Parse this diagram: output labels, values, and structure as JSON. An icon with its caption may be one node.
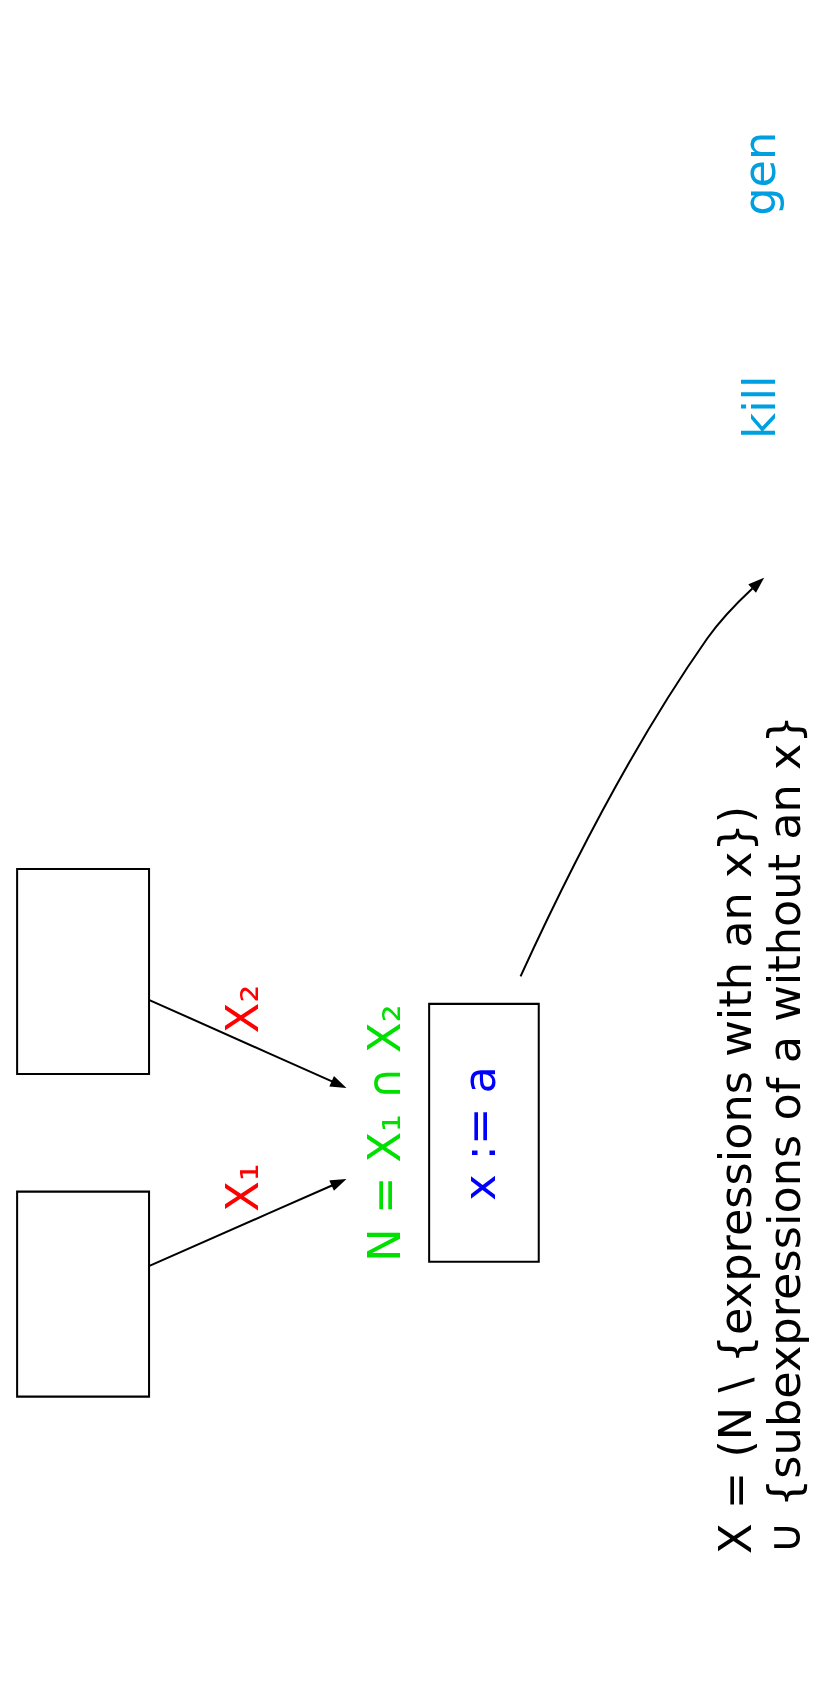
{
  "diagram": {
    "nodes": [
      {
        "text": [],
        "shape": "box"
      },
      {
        "text": [],
        "shape": "box"
      },
      {
        "text": [
          "x := a"
        ],
        "beside": [
          "N = X₁ ∩ X₂",
          "X = (N \\ {expressions with an x})",
          "∪ {subexpressions of a without an x}"
        ]
      }
    ],
    "edges": [
      {
        "from": 1,
        "to": 2,
        "arrow": "to",
        "label": "X₁"
      },
      {
        "from": 0,
        "to": 2,
        "arrow": "to",
        "label": "X₂"
      },
      {
        "from": 2,
        "to": null,
        "arrow": "to"
      }
    ],
    "labels": [
      "kill",
      "gen"
    ]
  }
}
